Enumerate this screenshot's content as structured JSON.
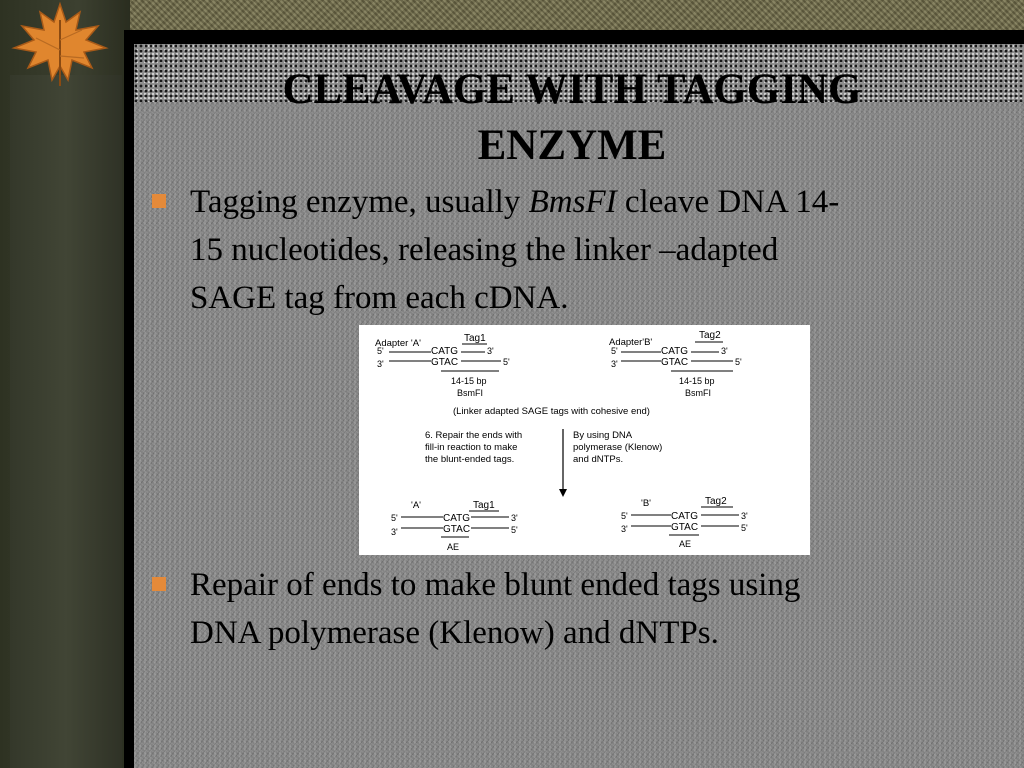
{
  "slide": {
    "title_line1": "CLEAVAGE WITH TAGGING",
    "title_line2": "ENZYME",
    "bullet1": {
      "line1_pre": "Tagging enzyme, usually ",
      "line1_italic": "BmsFI",
      "line1_post": " cleave DNA 14-",
      "line2": "15 nucleotides, releasing the linker –adapted",
      "line3": "SAGE tag from each cDNA."
    },
    "bullet2": {
      "line1": "Repair of ends to make blunt ended tags using",
      "line2": "DNA polymerase (Klenow) and dNTPs."
    }
  },
  "diagram": {
    "adapter_a": "Adapter 'A'",
    "adapter_b": "Adapter'B'",
    "tag1": "Tag1",
    "tag2": "Tag2",
    "five_prime": "5'",
    "three_prime": "3'",
    "catg": "CATG",
    "gtac": "GTAC",
    "bp": "14-15 bp",
    "enzyme": "BsmFI",
    "linker_caption": "(Linker adapted SAGE tags with cohesive end)",
    "step_left_1": "6. Repair the ends with",
    "step_left_2": "fill-in reaction to make",
    "step_left_3": "the blunt-ended tags.",
    "step_right_1": "By using DNA",
    "step_right_2": "polymerase (Klenow)",
    "step_right_3": "and dNTPs.",
    "label_a": "'A'",
    "label_b": "'B'",
    "ae": "AE"
  }
}
